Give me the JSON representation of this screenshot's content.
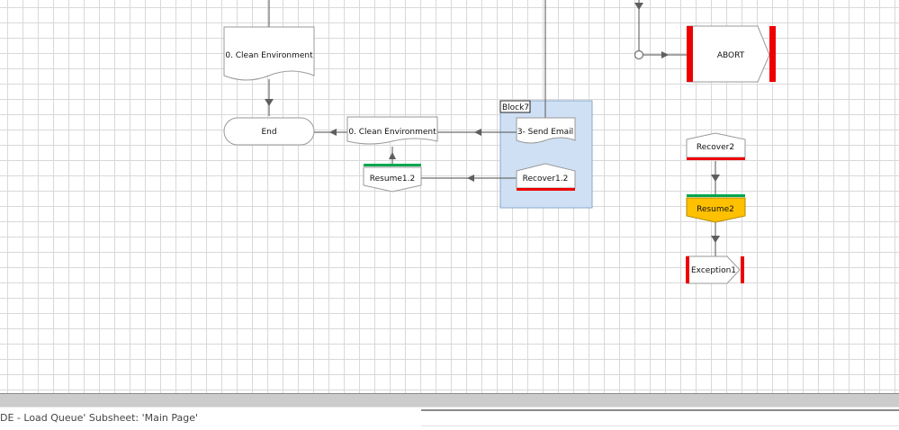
{
  "canvas": {
    "grid_color": "#d9d9d9",
    "stages": {
      "clean_env_top": "0. Clean Environment",
      "end": "End",
      "clean_env_mid": "0. Clean Environment",
      "resume1_2": "Resume1.2",
      "block7": "Block7",
      "send_email": "3- Send Email",
      "recover1_2": "Recover1.2",
      "abort": "ABORT",
      "recover2": "Recover2",
      "resume2": "Resume2",
      "exception1": "Exception1"
    },
    "colors": {
      "exception_red": "#ee0000",
      "resume_green": "#00a650",
      "resume2_fill": "#ffc000",
      "block_fill": "#cfe0f4",
      "block_border": "#8aa9cc",
      "connector": "#6e6e6e"
    }
  },
  "status_bar": {
    "text": "DE - Load Queue' Subsheet: 'Main Page'"
  }
}
